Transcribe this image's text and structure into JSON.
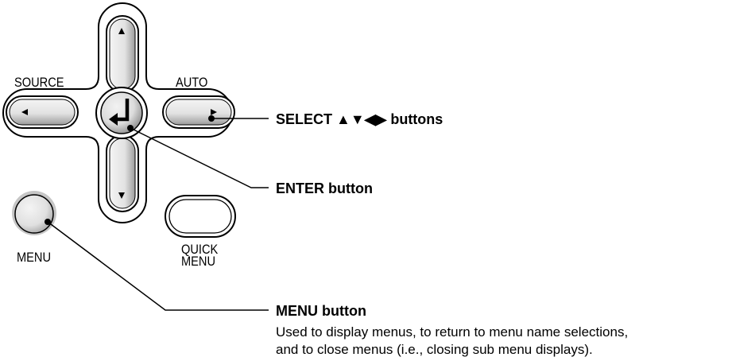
{
  "panel": {
    "source_label": "SOURCE",
    "auto_label": "AUTO",
    "menu_label": "MENU",
    "quick_menu_label_line1": "QUICK",
    "quick_menu_label_line2": "MENU"
  },
  "callouts": {
    "select": "SELECT ▲▼◀▶ buttons",
    "enter": "ENTER button",
    "menu_title": "MENU button",
    "menu_desc_line1": "Used to display menus, to return to menu name selections,",
    "menu_desc_line2": "and to close menus (i.e., closing sub menu displays)."
  },
  "colors": {
    "button_fill": "#e6e6e6",
    "button_shadow": "#9a9a9a",
    "outline": "#000000",
    "menu_ring": "#b5b5b5"
  },
  "icons": {
    "up": "triangle-up-icon",
    "down": "triangle-down-icon",
    "left": "triangle-left-icon",
    "right": "triangle-right-icon",
    "enter": "enter-arrow-icon"
  }
}
